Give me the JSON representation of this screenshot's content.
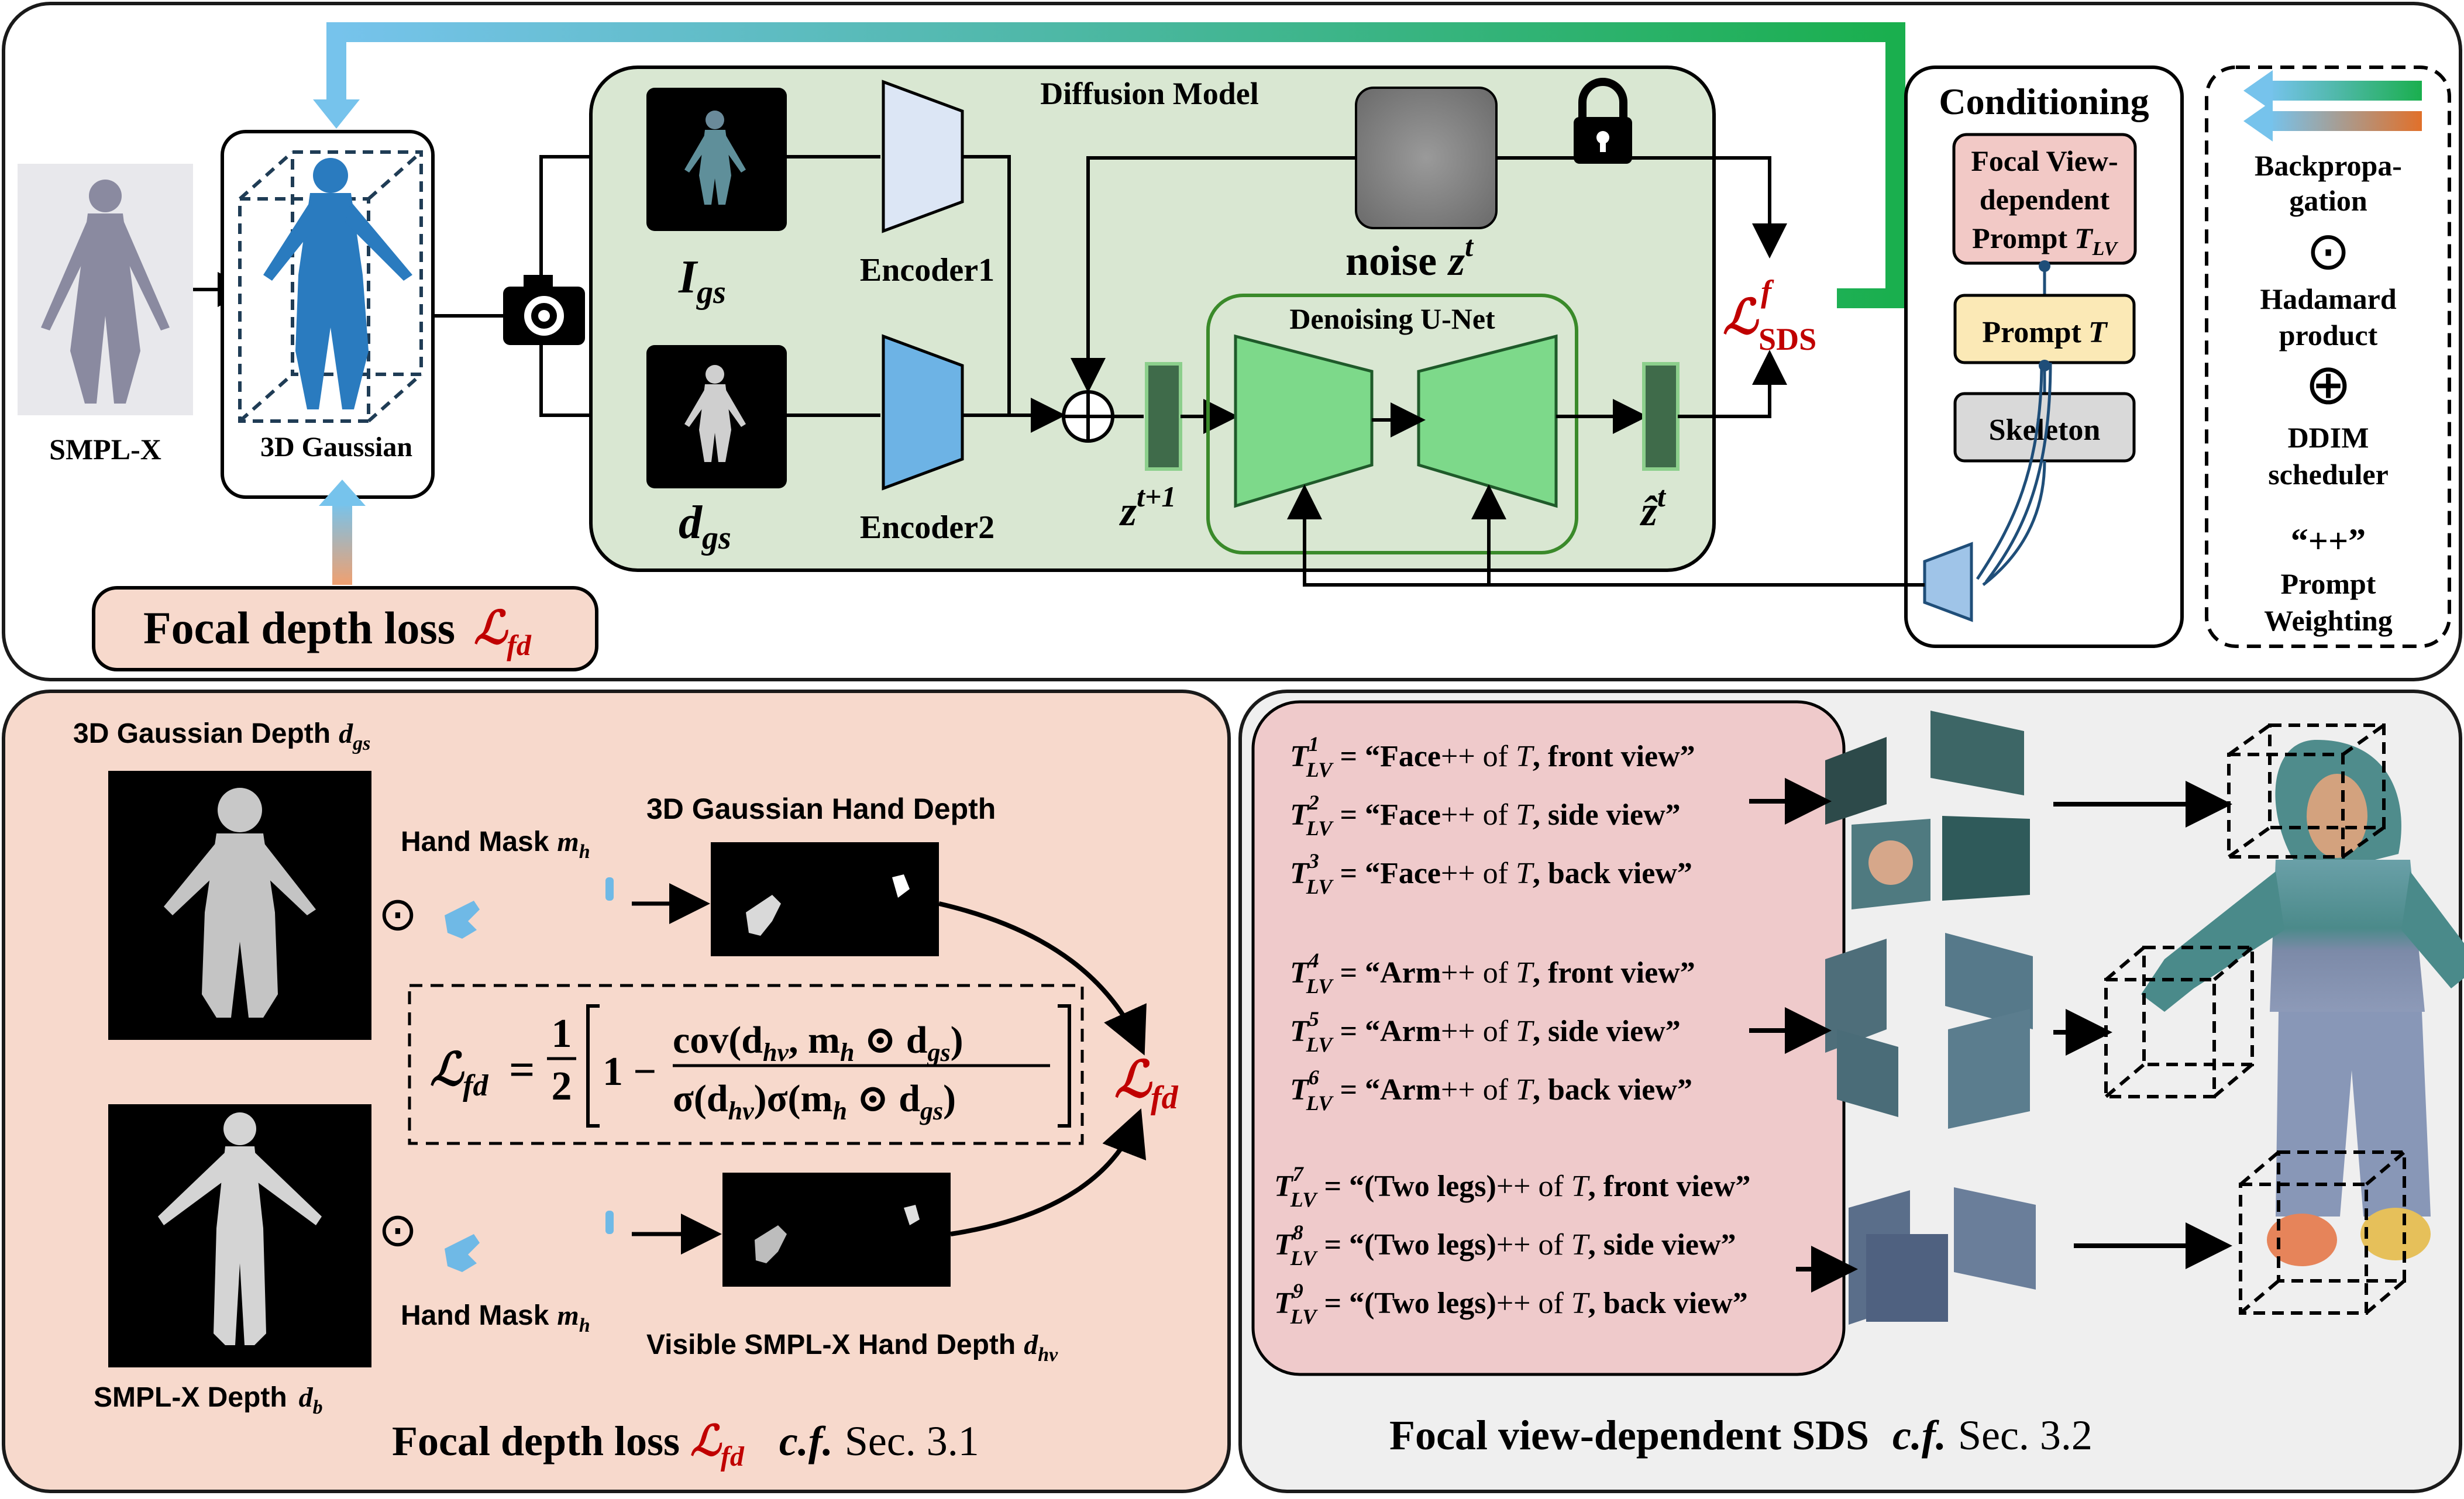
{
  "top": {
    "smplx_label": "SMPL-X",
    "gaussian_label": "3D Gaussian",
    "focal_loss_label": "Focal depth loss",
    "focal_loss_symbol": "ℒ",
    "focal_loss_sub": "fd",
    "diffusion_title": "Diffusion Model",
    "igs_main": "I",
    "igs_sub": "gs",
    "dgs_main": "d",
    "dgs_sub": "gs",
    "encoder1": "Encoder1",
    "encoder2": "Encoder2",
    "noise_label": "noise",
    "noise_z": "z",
    "noise_sup": "t",
    "zt1_main": "z",
    "zt1_sup": "t+1",
    "unet_title": "Denoising U-Net",
    "zhat_main": "ẑ",
    "zhat_sup": "t",
    "sds_symbol": "ℒ",
    "sds_sup": "f",
    "sds_sub": "SDS"
  },
  "conditioning": {
    "title": "Conditioning",
    "focal_line1": "Focal View-",
    "focal_line2": "dependent",
    "focal_line3": "Prompt",
    "focal_T": "T",
    "focal_sub": "LV",
    "prompt_label": "Prompt",
    "prompt_T": "T",
    "skeleton": "Skeleton"
  },
  "legend": {
    "backprop1": "Backpropa-",
    "backprop2": "gation",
    "hadamard_symbol": "⊙",
    "hadamard1": "Hadamard",
    "hadamard2": "product",
    "ddim_symbol": "⊕",
    "ddim1": "DDIM",
    "ddim2": "scheduler",
    "pp_symbol": "“++”",
    "pp1": "Prompt",
    "pp2": "Weighting"
  },
  "left_panel": {
    "gs_depth_label": "3D Gaussian Depth",
    "gs_depth_var": "d",
    "gs_depth_sub": "gs",
    "hand_mask_label": "Hand Mask",
    "hand_mask_var": "m",
    "hand_mask_sub": "h",
    "gs_hand_depth": "3D Gaussian Hand Depth",
    "hadamard_symbol": "⊙",
    "formula_lhs": "ℒ",
    "formula_lhs_sub": "fd",
    "formula_eq": "=",
    "formula_half_num": "1",
    "formula_half_den": "2",
    "formula_one_minus": "1 −",
    "formula_num": "cov(d",
    "formula_num_sub": "hv",
    "formula_num_rest": ", m",
    "formula_num_sub2": "h",
    "formula_num_rest2": " ⊙ d",
    "formula_num_sub3": "gs",
    "formula_num_close": ")",
    "formula_den": "σ(d",
    "formula_den_sub": "hv",
    "formula_den_rest": ")σ(m",
    "formula_den_sub2": "h",
    "formula_den_rest2": " ⊙ d",
    "formula_den_sub3": "gs",
    "formula_den_close": ")",
    "loss_symbol": "ℒ",
    "loss_sub": "fd",
    "visible_hand_depth": "Visible SMPL-X Hand Depth",
    "visible_hand_var": "d",
    "visible_hand_sub": "hv",
    "smplx_depth_label": "SMPL-X Depth",
    "smplx_depth_var": "d",
    "smplx_depth_sub": "b",
    "caption_main": "Focal depth loss",
    "caption_symbol": "ℒ",
    "caption_sub": "fd",
    "caption_cf": "c.f.",
    "caption_sec": "Sec. 3.1"
  },
  "right_panel": {
    "prompts": [
      {
        "sup": "1",
        "part": "Face",
        "view": "front view"
      },
      {
        "sup": "2",
        "part": "Face",
        "view": "side view"
      },
      {
        "sup": "3",
        "part": "Face",
        "view": "back view"
      },
      {
        "sup": "4",
        "part": "Arm",
        "view": "front view"
      },
      {
        "sup": "5",
        "part": "Arm",
        "view": "side view"
      },
      {
        "sup": "6",
        "part": "Arm",
        "view": "back view"
      },
      {
        "sup": "7",
        "part": "(Two legs)",
        "view": "front view"
      },
      {
        "sup": "8",
        "part": "(Two legs)",
        "view": "side view"
      },
      {
        "sup": "9",
        "part": "(Two legs)",
        "view": "back view"
      }
    ],
    "prompt_T": "T",
    "prompt_sub": "LV",
    "prompt_eq": "=",
    "prompt_pp": "++ of",
    "caption_main": "Focal view-dependent SDS",
    "caption_cf": "c.f.",
    "caption_sec": "Sec. 3.2"
  },
  "colors": {
    "panel_top_fill": "#ffffff",
    "diffusion_fill": "#d9e7d2",
    "left_panel_fill": "#f7d9cc",
    "right_panel_fill": "#efefef",
    "prompt_box_fill": "#efcacb",
    "loss_red": "#c00000",
    "unet_green": "#7dd98a",
    "latent_green": "#3f6b4a",
    "encoder1_fill": "#dce6f5",
    "encoder2_fill": "#6db3e5",
    "backprop_green": "#1aaf4e",
    "backprop_blue": "#76c3ec",
    "backprop_orange": "#e1702a"
  }
}
